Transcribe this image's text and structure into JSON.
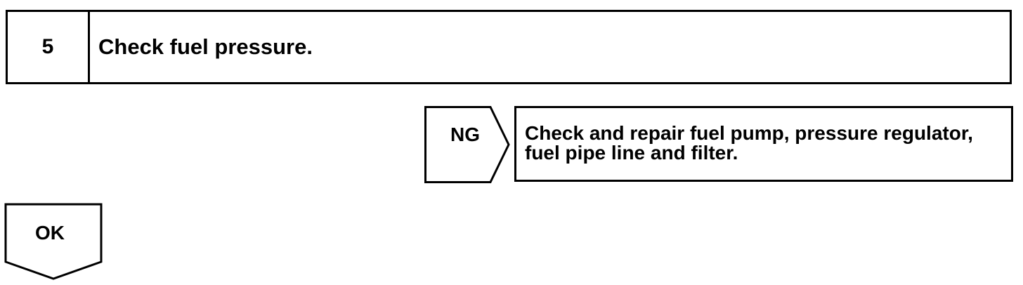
{
  "step": {
    "number": "5",
    "title": "Check fuel pressure."
  },
  "ng_branch": {
    "label": "NG",
    "action_line_1": "Check and repair fuel pump, pressure regulator,",
    "action_line_2": "fuel pipe line and filter."
  },
  "ok_branch": {
    "label": "OK"
  }
}
